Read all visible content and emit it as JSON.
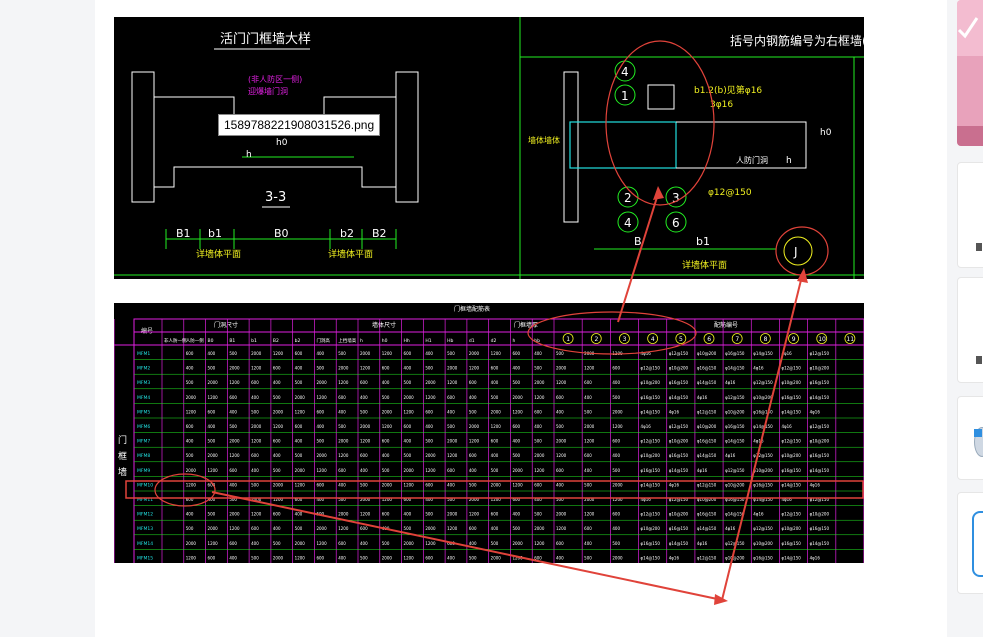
{
  "drawing_top": {
    "title_left": "活门门框墙大样",
    "title_right": "括号内钢筋编号为右框墙(柱)配筋",
    "section_label": "3-3",
    "dim_labels": [
      "B1",
      "b1",
      "B0",
      "b2",
      "B2"
    ],
    "bottom_labels": [
      "详墙体平面",
      "详墙体平面"
    ],
    "right_dims": [
      "B",
      "b1"
    ],
    "right_bottom_label": "详墙体平面",
    "right_notes": [
      "b1.2(b)见第φ16",
      "3φ16",
      "φ12@150",
      "人防门洞"
    ],
    "left_notes": [
      "(非人防区一侧)",
      "迎爆墙门洞"
    ],
    "wall_label": "墙体墙体",
    "circle_numbers": [
      "4",
      "1",
      "2",
      "3",
      "4",
      "6"
    ],
    "j_marker": "J",
    "dim_h": "h",
    "dim_h0": "h0"
  },
  "tooltip": {
    "filename": "1589788221908031526.png"
  },
  "drawing_table": {
    "caption": "门框墙配筋表",
    "side_label": [
      "门",
      "框",
      "墙"
    ],
    "row_header": "编号",
    "group_headers": [
      "门洞尺寸",
      "墙体尺寸",
      "门框墙厚",
      "配筋编号"
    ],
    "sub_headers": [
      "非人防一侧",
      "人防一侧",
      "B0",
      "B1",
      "b1",
      "B2",
      "b2",
      "门洞高",
      "上挡墙高",
      "h",
      "h0",
      "Hh",
      "H1",
      "Hb",
      "d1",
      "d2",
      "h",
      "hb"
    ],
    "bar_numbers": [
      "1",
      "2",
      "3",
      "4",
      "5",
      "6",
      "7",
      "8",
      "9",
      "10",
      "11"
    ],
    "row_count": 15,
    "cell_texts": [
      "2000",
      "1200",
      "600",
      "400",
      "500",
      "φ16@150",
      "φ14@150",
      "4φ16",
      "φ12@150",
      "φ10@200"
    ]
  },
  "colors": {
    "cad_bg": "#000000",
    "cad_white": "#ffffff",
    "cad_green": "#22ee22",
    "cad_yellow": "#f0f020",
    "cad_cyan": "#22e0e0",
    "cad_magenta": "#e020e0",
    "annotation_red": "#e0433a",
    "rail_pink": "#f3bcd0",
    "rail_blue": "#2f8fe0"
  }
}
